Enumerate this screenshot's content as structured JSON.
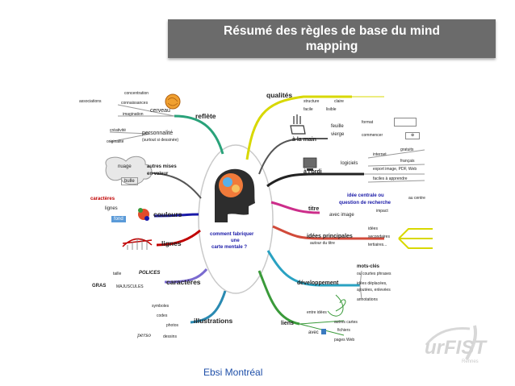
{
  "slide": {
    "title": "Résumé des règles de base du mind mapping",
    "footer": "Ebsi Montréal"
  },
  "logo": {
    "text": "urFIST",
    "subtext": "Rennes"
  },
  "mindmap": {
    "center": {
      "line1": "comment fabriquer",
      "line2": "une",
      "line3": "carte mentale ?"
    },
    "branches": {
      "qualites": {
        "label": "qualités",
        "items": [
          "structure",
          "claire",
          "facile",
          "lisible"
        ]
      },
      "alamain": {
        "label": "à la main",
        "items": [
          "feuille",
          "vierge",
          "format",
          "commencer",
          "⊕"
        ]
      },
      "lordi": {
        "label": "à l'ordi",
        "sub": "logiciels",
        "items": [
          "internet",
          "gratuits",
          "français",
          "export image, PDF, Web",
          "faciles à apprendre"
        ]
      },
      "titre": {
        "label": "titre",
        "items": [
          "idée centrale ou",
          "question de recherche",
          "au centre",
          "avec image",
          "impact"
        ]
      },
      "idees": {
        "label": "idées principales",
        "sub": "autour du titre",
        "items": [
          "idées",
          "secondaires",
          "tertiaires..."
        ]
      },
      "developpement": {
        "label": "développement",
        "items": [
          "mots-clés",
          "ou courtes phrases",
          "idées déplacées,",
          "ajoutées, enlevées",
          "annotations"
        ]
      },
      "liens": {
        "label": "liens",
        "items": [
          "entre idées",
          "avec",
          "autres cartes",
          "fichiers",
          "pages Web"
        ]
      },
      "illustrations": {
        "label": "illustrations",
        "items": [
          "symboles",
          "codes",
          "photos",
          "dessins",
          "perso"
        ]
      },
      "caracteres": {
        "label": "caractères",
        "items": [
          "taille",
          "POLICES",
          "GRAS",
          "MAJUSCULES"
        ]
      },
      "lignes": {
        "label": "lignes"
      },
      "couleurs": {
        "label": "couleurs",
        "items": [
          "caractères",
          "lignes",
          "fond"
        ]
      },
      "nuage": {
        "items": [
          "nuage",
          "bulle",
          "autres mises",
          "en valeur"
        ]
      },
      "reflete": {
        "label": "reflète",
        "sub1": "cerveau",
        "sub2": "personnalité",
        "sub2b": "(surtout si dessinée)",
        "items": [
          "concentration",
          "connaissances",
          "imagination",
          "associations",
          "créativité",
          "originalité"
        ]
      }
    }
  },
  "colors": {
    "title_bg": "#6b6b6b",
    "footer_text": "#1d4ea8"
  }
}
